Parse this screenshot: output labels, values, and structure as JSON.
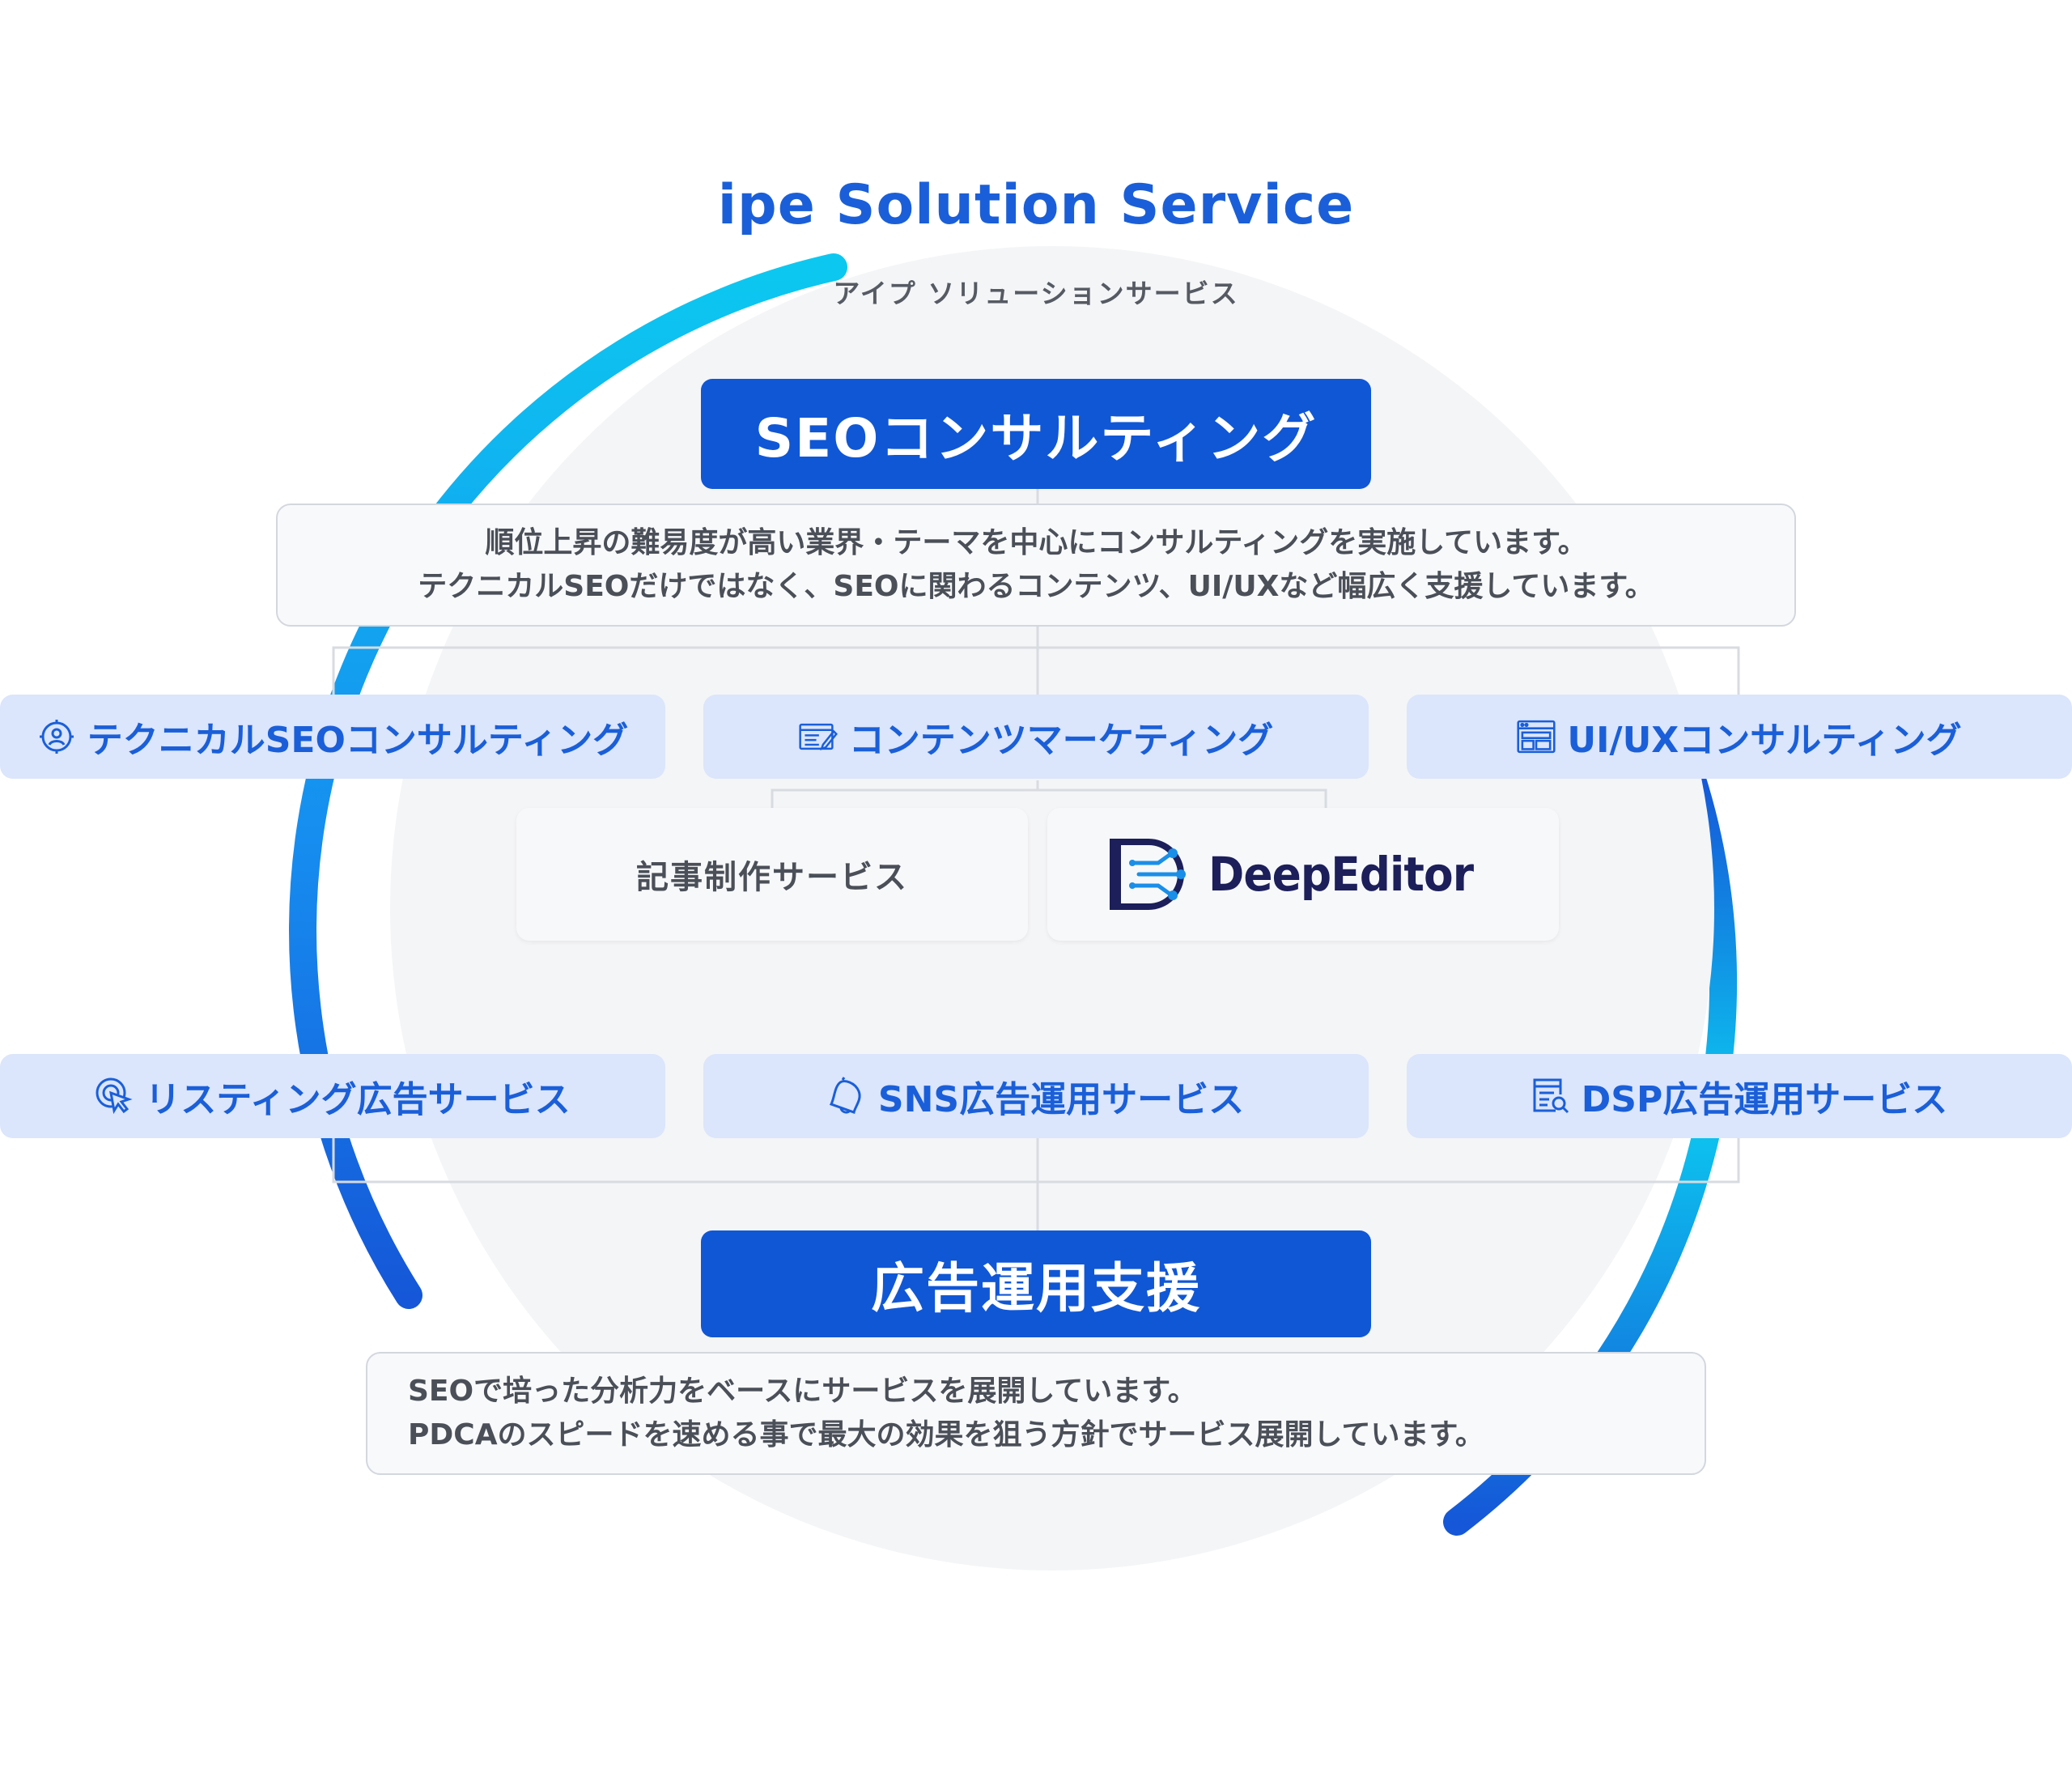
{
  "header": {
    "title": "ipe Solution Service",
    "subtitle": "アイプ ソリューションサービス"
  },
  "seo": {
    "button_label": "SEOコンサルティング",
    "description_line1": "順位上昇の難易度が高い業界・テーマを中心にコンサルティングを実施しています。",
    "description_line2": "テクニカルSEOだけではなく、SEOに関わるコンテンツ、UI/UXなど幅広く支援しています。",
    "services": [
      {
        "label": "テクニカルSEOコンサルティング",
        "icon": "target-user-icon"
      },
      {
        "label": "コンテンツマーケティング",
        "icon": "article-edit-icon"
      },
      {
        "label": "UI/UXコンサルティング",
        "icon": "browser-layout-icon"
      }
    ],
    "sub_services": {
      "article_label": "記事制作サービス",
      "logo_text": "DeepEditor"
    }
  },
  "ads": {
    "button_label": "広告運用支援",
    "description_line1": "SEOで培った分析力をベースにサービスを展開しています。",
    "description_line2": "PDCAのスピードを速める事で最大の効果を狙う方針でサービス展開しています。",
    "services": [
      {
        "label": "リスティング広告サービス",
        "icon": "cursor-click-icon"
      },
      {
        "label": "SNS広告運用サービス",
        "icon": "bell-icon"
      },
      {
        "label": "DSP広告運用サービス",
        "icon": "document-search-icon"
      }
    ]
  },
  "colors": {
    "accent": "#1057d6",
    "title_blue": "#1a5fd9",
    "pill_bg": "#dbe5fb",
    "ring_start": "#0cc8f0",
    "ring_end": "#1557d8",
    "logo_navy": "#1c1f5a"
  }
}
